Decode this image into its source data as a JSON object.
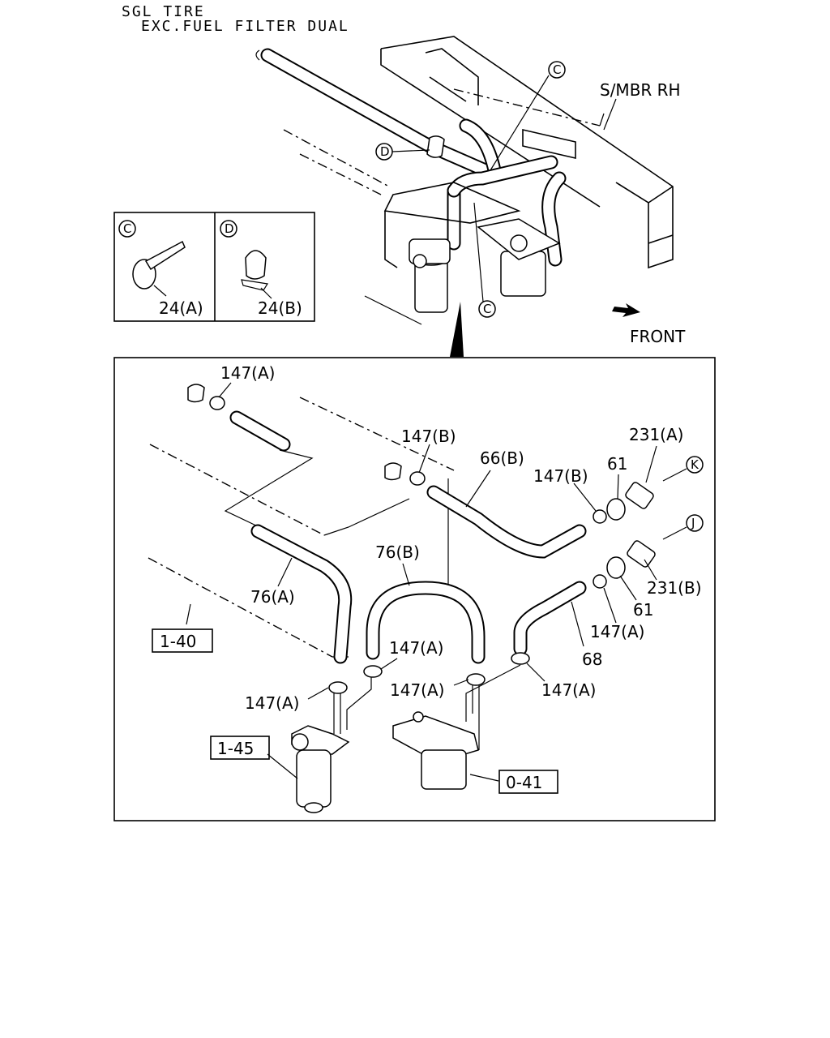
{
  "header": {
    "line1": "SGL TIRE",
    "line2": "EXC.FUEL FILTER DUAL"
  },
  "overview": {
    "frame_label": "S/MBR RH",
    "direction_label": "FRONT",
    "callouts": {
      "c": "C",
      "d": "D"
    }
  },
  "inset_box": {
    "left": {
      "letter": "C",
      "part": "24(A)"
    },
    "right": {
      "letter": "D",
      "part": "24(B)"
    }
  },
  "detail": {
    "labels": {
      "p147a_top": "147(A)",
      "p147b_mid": "147(B)",
      "p66b": "66(B)",
      "p147b_right": "147(B)",
      "p61_top": "61",
      "p231a": "231(A)",
      "conn_k": "K",
      "conn_j": "J",
      "p76b": "76(B)",
      "p76a": "76(A)",
      "p231b": "231(B)",
      "p61_bottom": "61",
      "p147a_right": "147(A)",
      "p68": "68",
      "p147a_center": "147(A)",
      "p147a_left": "147(A)",
      "p147a_mid": "147(A)",
      "p147a_far_right": "147(A)"
    },
    "boxed_refs": {
      "r140": "1-40",
      "r145": "1-45",
      "r041": "0-41"
    }
  }
}
